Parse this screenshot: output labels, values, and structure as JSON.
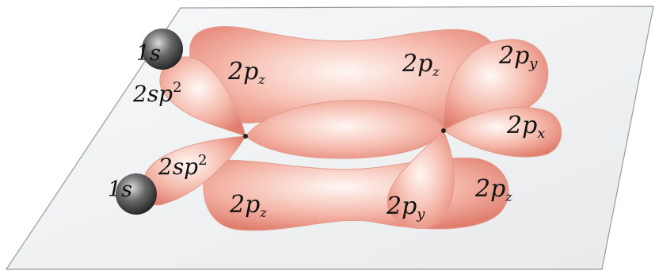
{
  "labels": {
    "s_top": "1s",
    "s_bottom": "1s",
    "sp2_top": "2sp",
    "sp2_top_sup": "2",
    "sp2_bottom": "2sp",
    "sp2_bottom_sup": "2",
    "pz_upper_left": "2p",
    "pz_upper_left_sub": "z",
    "pz_upper_right": "2p",
    "pz_upper_right_sub": "z",
    "py_upper": "2p",
    "py_upper_sub": "y",
    "px_right": "2p",
    "px_right_sub": "x",
    "pz_lower_left": "2p",
    "pz_lower_left_sub": "z",
    "py_lower": "2p",
    "py_lower_sub": "y",
    "pz_lower_right": "2p",
    "pz_lower_right_sub": "z"
  },
  "colors": {
    "lobe_fill": "#f2a89a",
    "lobe_highlight": "#fff4f0",
    "lobe_edge": "#d8786a",
    "plane": "#f3f4f6",
    "plane_edge": "#8a8a8a",
    "hydrogen": "#2f2f2f"
  }
}
